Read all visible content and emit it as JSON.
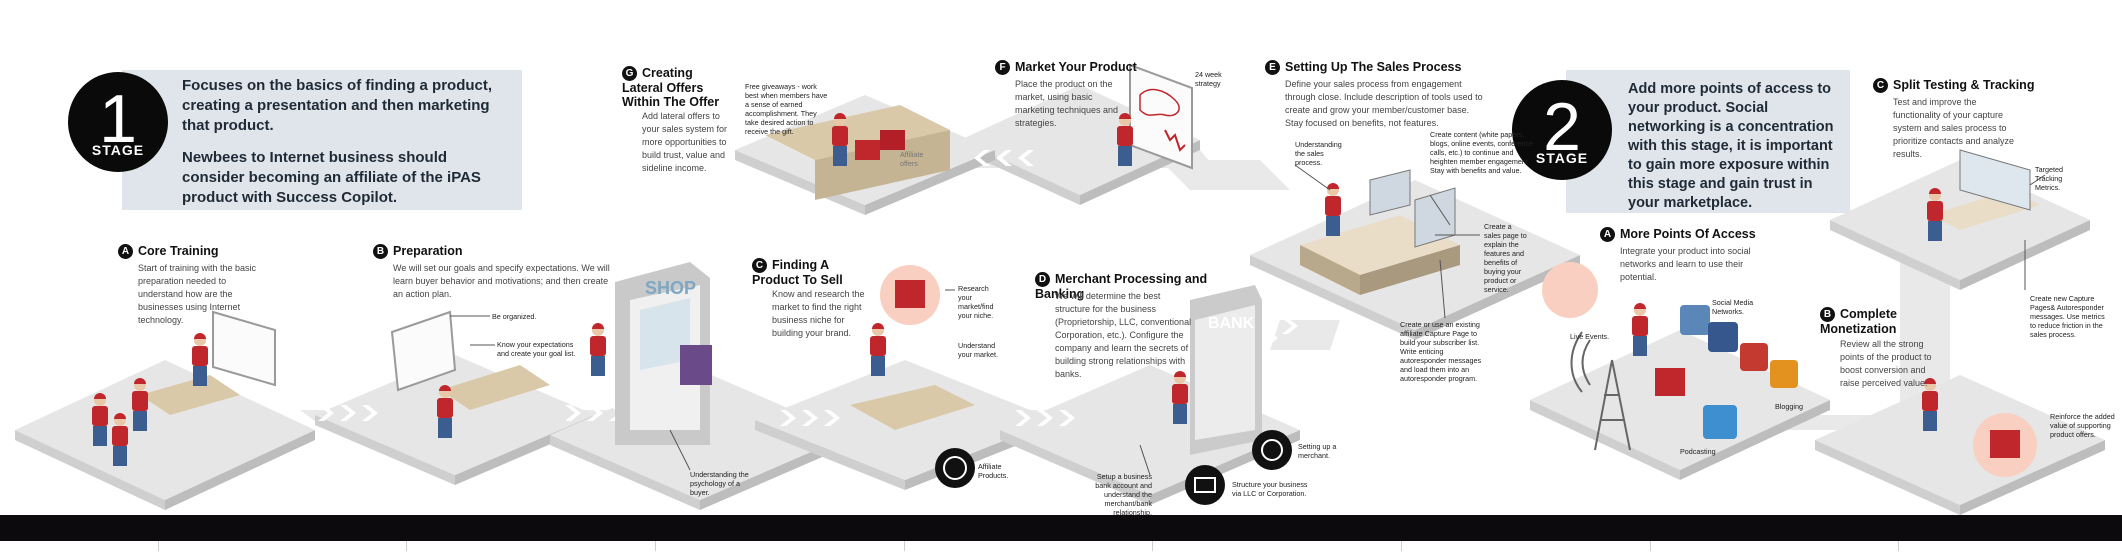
{
  "stage1": {
    "number": "1",
    "label": "STAGE",
    "text1": "Focuses on the basics of finding a product, creating a presentation and then marketing that product.",
    "text2": "Newbees to Internet business should consider becoming an affiliate of the iPAS product with Success Copilot."
  },
  "stage2": {
    "number": "2",
    "label": "STAGE",
    "text": "Add more points of access to your product. Social networking is a concentration with this stage, it is important to gain more exposure within this stage and gain trust in your marketplace."
  },
  "steps": {
    "a1": {
      "letter": "A",
      "title": "Core Training",
      "desc": "Start of training with the basic preparation needed to understand how are the businesses using Internet technology."
    },
    "b1": {
      "letter": "B",
      "title": "Preparation",
      "desc": "We will set our goals and specify expectations. We will learn buyer behavior and motivations; and then create an action plan."
    },
    "c1": {
      "letter": "C",
      "title": "Finding A Product To Sell",
      "desc": "Know and research the market to find the right business niche for building your brand."
    },
    "d1": {
      "letter": "D",
      "title": "Merchant Processing and Banking",
      "desc": "We will determine the best structure for the business (Proprietorship, LLC, conventional Corporation, etc.). Configure the company and learn the secrets of building strong relationships with banks."
    },
    "e1": {
      "letter": "E",
      "title": "Setting Up The Sales Process",
      "desc": "Define your sales process from engagement through close. Include description of tools used to create and grow your member/customer base. Stay focused on benefits, not features."
    },
    "f1": {
      "letter": "F",
      "title": "Market Your Product",
      "desc": "Place the product on the market, using basic marketing techniques and strategies."
    },
    "g1": {
      "letter": "G",
      "title": "Creating Lateral Offers Within The Offer",
      "desc": "Add lateral offers to your sales system for more opportunities to build trust, value and sideline income."
    },
    "a2": {
      "letter": "A",
      "title": "More Points Of Access",
      "desc": "Integrate your product into social networks and learn to use their potential."
    },
    "b2": {
      "letter": "B",
      "title": "Complete Monetization",
      "desc": "Review all the strong points of the product to boost conversion and raise perceived value."
    },
    "c2": {
      "letter": "C",
      "title": "Split Testing & Tracking",
      "desc": "Test and improve the functionality of your capture system and sales process to prioritize contacts and analyze results."
    }
  },
  "notes": {
    "be_organized": "Be organized.",
    "know_expectations": "Know your expectations and create your goal list.",
    "shop_sign": "SHOP",
    "understanding_psychology": "Understanding the psychology of a buyer.",
    "research_market": "Research your market/find your niche.",
    "understand_market": "Understand your market.",
    "affiliate_products": "Affiliate Products.",
    "bank_sign": "BANK",
    "setup_bank": "Setup a business bank account and understand the merchant/bank relationship.",
    "structure_business": "Structure your business via LLC or Corporation.",
    "setting_up_merchant": "Setting up a merchant.",
    "understanding_sales": "Understanding the sales process.",
    "create_content": "Create content (white papers, blogs, online events, conference calls, etc.) to continue and heighten member engagement. Stay with benefits and value.",
    "create_sales_page": "Create a sales page to explain the features and benefits of buying your product or service.",
    "create_capture": "Create or use an existing affiliate Capture Page to build your subscriber list. Write enticing autoresponder messages and load them into an autoresponder program.",
    "strategy": "24 week strategy",
    "free_giveaways": "Free giveaways - work best when members have a sense of earned accomplishment. They take desired action to receive the gift.",
    "affiliate_offers": "Affiliate offers",
    "live_events": "Live Events.",
    "social_media": "Social Media Networks.",
    "podcasting": "Podcasting",
    "blogging": "Blogging",
    "reinforce": "Reinforce the added value of supporting product offers.",
    "capture_pages": "Create new Capture Pages& Autoresponder messages. Use metrics to reduce friction in the sales process.",
    "targeted_metrics": "Targeted Tracking Metrics."
  },
  "colors": {
    "platform_top": "#e6e6e6",
    "platform_left": "#cfcfcf",
    "platform_right": "#bdbdbd",
    "accent_red": "#c0272d",
    "stage_box": "#dfe5ea",
    "footer": "#0d0a0d"
  }
}
